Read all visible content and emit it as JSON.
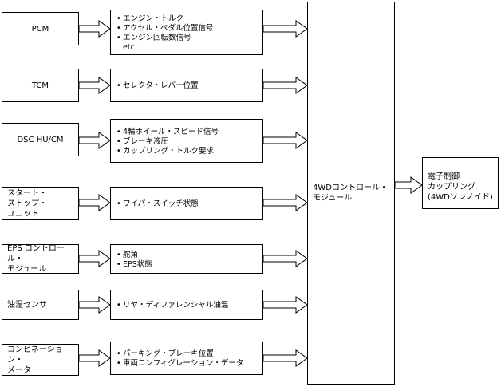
{
  "rows": [
    {
      "source": "PCM",
      "center": true,
      "signals": [
        "エンジン・トルク",
        "アクセル・ペダル位置信号",
        "エンジン回転数信号"
      ],
      "note": "etc."
    },
    {
      "source": "TCM",
      "center": true,
      "signals": [
        "セレクタ・レバー位置"
      ]
    },
    {
      "source": "DSC HU/CM",
      "center": true,
      "signals": [
        "4輪ホイール・スピード信号",
        "ブレーキ液圧",
        "カップリング・トルク要求"
      ]
    },
    {
      "source": "スタート・\nストップ・\nユニット",
      "center": false,
      "signals": [
        "ワイパ・スイッチ状態"
      ]
    },
    {
      "source": "EPS コントロール・\nモジュール",
      "center": false,
      "signals": [
        "舵角",
        "EPS状態"
      ]
    },
    {
      "source": "油温センサ",
      "center": false,
      "signals": [
        "リヤ・ディファレンシャル油温"
      ]
    },
    {
      "source": "コンビネーション・\nメータ",
      "center": false,
      "signals": [
        "パーキング・ブレーキ位置",
        "車両コンフィグレーション・データ"
      ]
    }
  ],
  "ecu": {
    "label": "4WDコントロール・モジュール"
  },
  "output": {
    "label": "電子制御\nカップリング\n(4WDソレノイド)"
  }
}
